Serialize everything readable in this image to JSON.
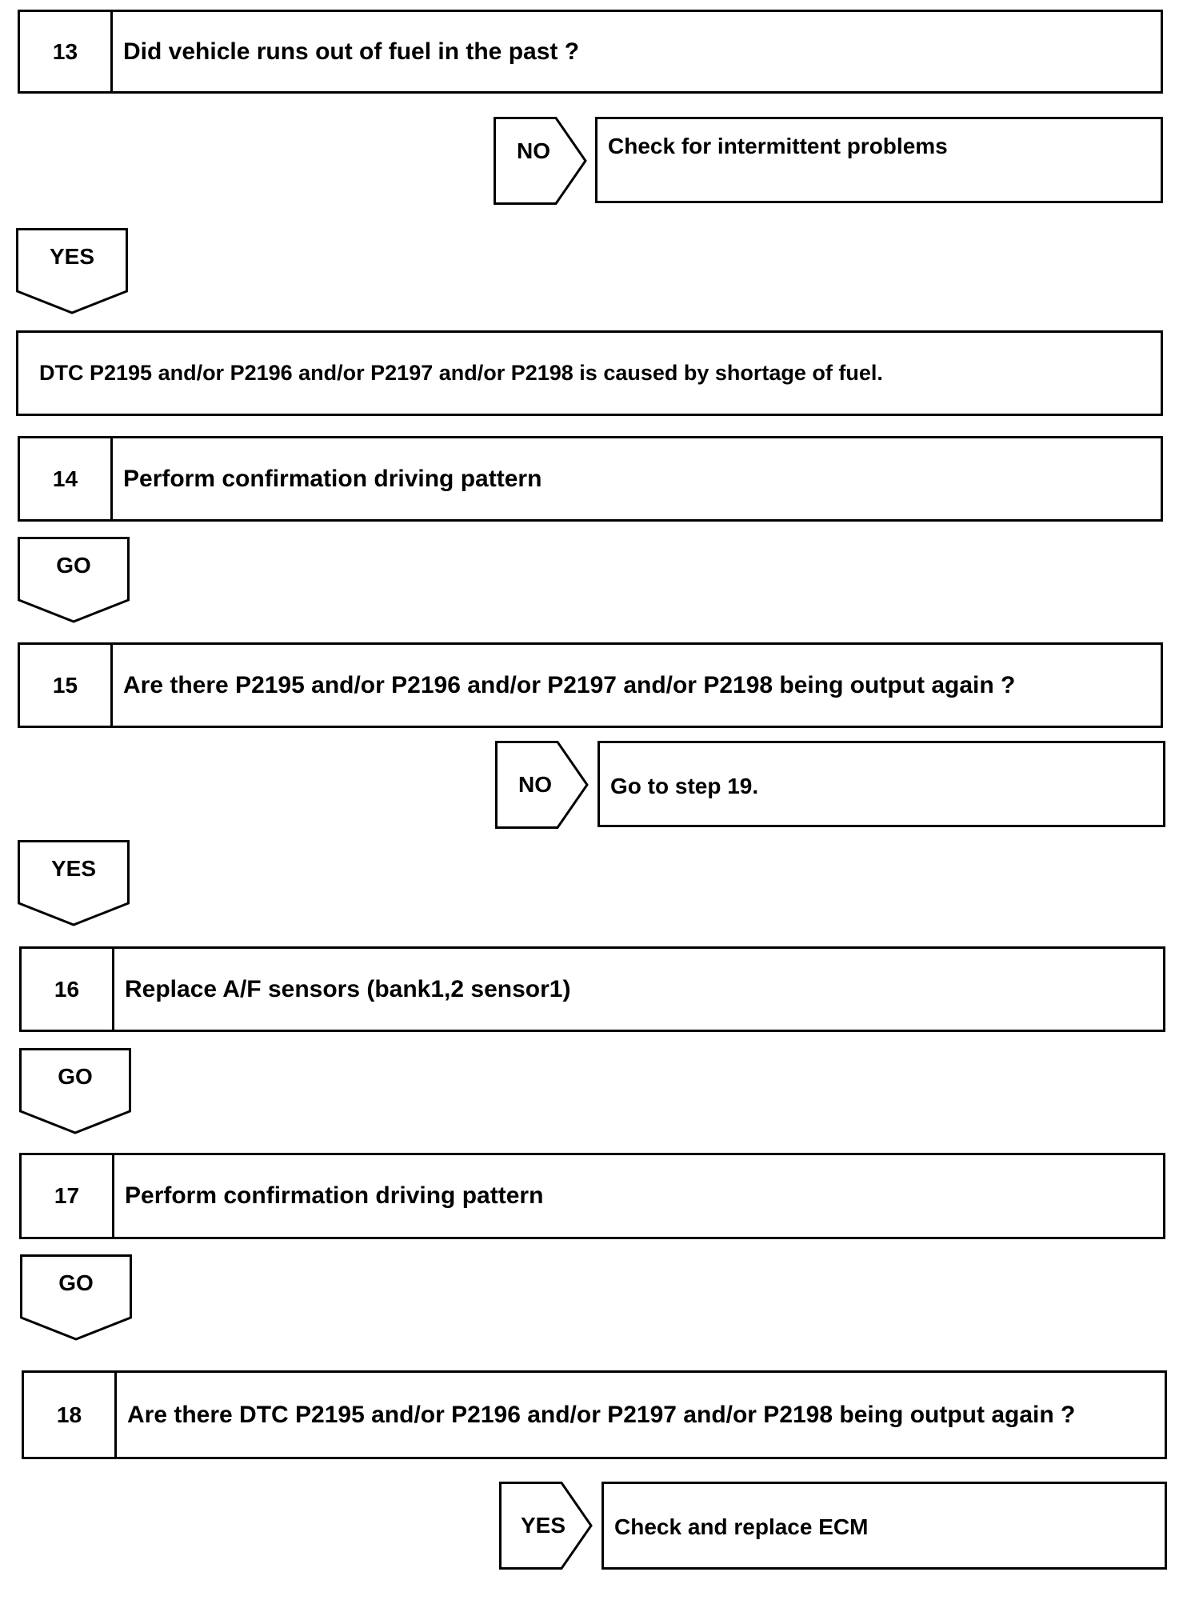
{
  "steps": [
    {
      "num": "13",
      "text": "Did vehicle runs out of fuel in the past ?"
    },
    {
      "num": "14",
      "text": "Perform confirmation driving pattern"
    },
    {
      "num": "15",
      "text": "Are there P2195 and/or P2196 and/or P2197 and/or P2198 being output again ?"
    },
    {
      "num": "16",
      "text": "Replace A/F sensors (bank1,2 sensor1)"
    },
    {
      "num": "17",
      "text": "Perform confirmation driving pattern"
    },
    {
      "num": "18",
      "text": "Are there DTC P2195 and/or P2196 and/or P2197 and/or P2198 being output again ?"
    }
  ],
  "note": {
    "text": "DTC P2195 and/or P2196 and/or P2197 and/or P2198 is caused by shortage of fuel."
  },
  "down_arrows": [
    {
      "label": "YES"
    },
    {
      "label": "GO"
    },
    {
      "label": "YES"
    },
    {
      "label": "GO"
    },
    {
      "label": "GO"
    }
  ],
  "side_branches": [
    {
      "label": "NO",
      "result": "Check for intermittent problems"
    },
    {
      "label": "NO",
      "result": "Go to step 19."
    },
    {
      "label": "YES",
      "result": "Check and replace ECM"
    }
  ]
}
